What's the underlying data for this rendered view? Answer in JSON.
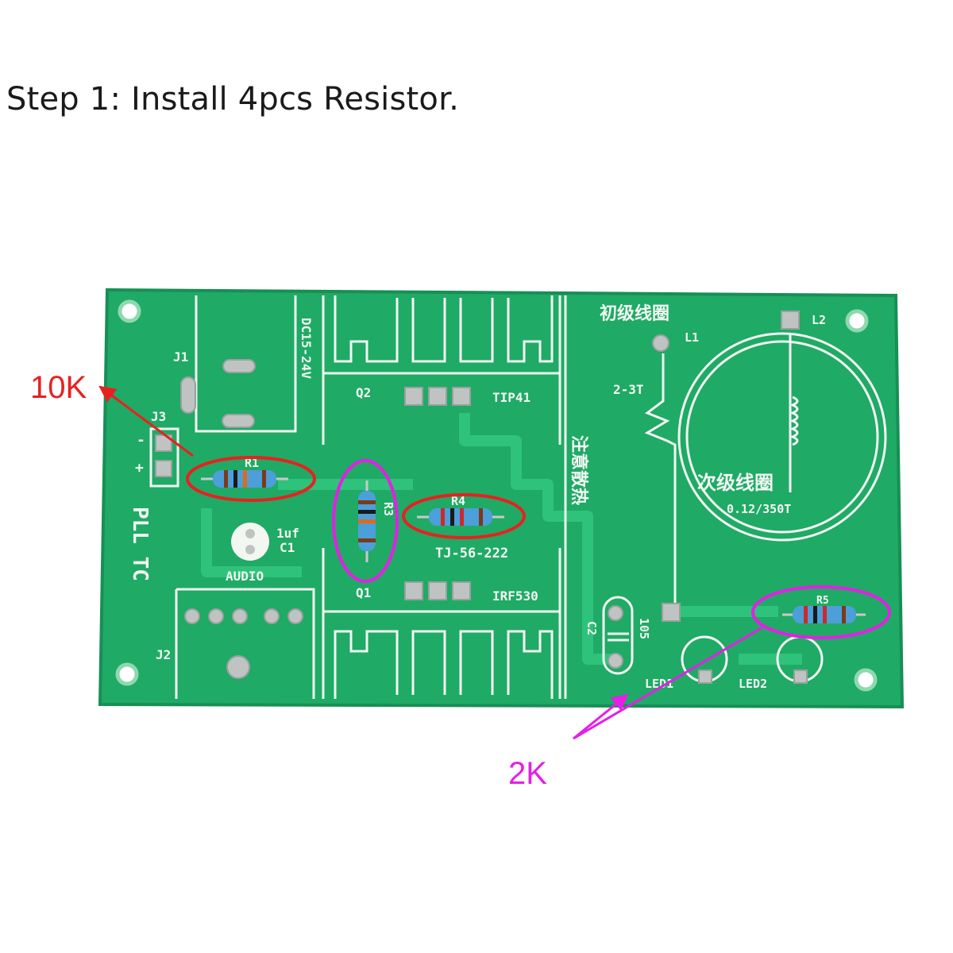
{
  "step_title": "Step 1: Install 4pcs Resistor.",
  "callouts": {
    "red": {
      "text": "10K",
      "color": "#e8211f"
    },
    "magenta": {
      "text": "2K",
      "color": "#e61ee6"
    }
  },
  "colors": {
    "pcb": "#1faa66",
    "pcb_edge": "#178f55",
    "trace": "#2fc27a",
    "silkscreen": "#f2f7f2",
    "pad": "#bfc4c2",
    "resistor_body": "#4c9fd8",
    "red_mark": "#e8211f",
    "magenta_mark": "#e61ee6"
  },
  "board_labels": {
    "j1": "J1",
    "j2": "J2",
    "j3": "J3",
    "dc_in": "DC15-24V",
    "q2": "Q2",
    "tip41": "TIP41",
    "q1": "Q1",
    "irf530": "IRF530",
    "r1": "R1",
    "r3": "R3",
    "r4": "R4",
    "r5": "R5",
    "c1": "C1",
    "c1_value": "1uf",
    "c2": "C2",
    "c2_value": "105",
    "audio": "AUDIO",
    "pll_tc": "PLL TC",
    "tj": "TJ-56-222",
    "primary_coil": "初级线圈",
    "l1": "L1",
    "l2": "L2",
    "turns_primary": "2-3T",
    "secondary_coil": "次级线圈",
    "secondary_spec": "0.12/350T",
    "heatsink_note": "注意散热",
    "led1": "LED1",
    "led2": "LED2",
    "minus": "-",
    "plus": "+"
  }
}
